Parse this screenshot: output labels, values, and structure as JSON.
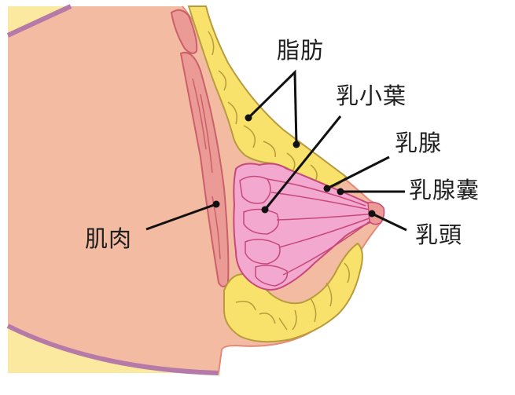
{
  "diagram": {
    "subject": "breast cross-section anatomy",
    "labels": {
      "fat": "脂肪",
      "lobule": "乳小葉",
      "mammary_gland": "乳腺",
      "mammary_sac": "乳腺囊",
      "nipple": "乳頭",
      "muscle": "肌肉"
    },
    "colors": {
      "background": "#ffffff",
      "body": "#f4bba3",
      "body_outline": "#b57aa8",
      "outer_yellow": "#fbe9a0",
      "muscle": "#ec9a96",
      "muscle_outline": "#c9606a",
      "fat": "#f8e26c",
      "fat_outline": "#b89b3a",
      "gland": "#f2a8cf",
      "gland_outline": "#c8487a",
      "skin_edge": "#e38a78",
      "leader_line": "#111111"
    }
  }
}
